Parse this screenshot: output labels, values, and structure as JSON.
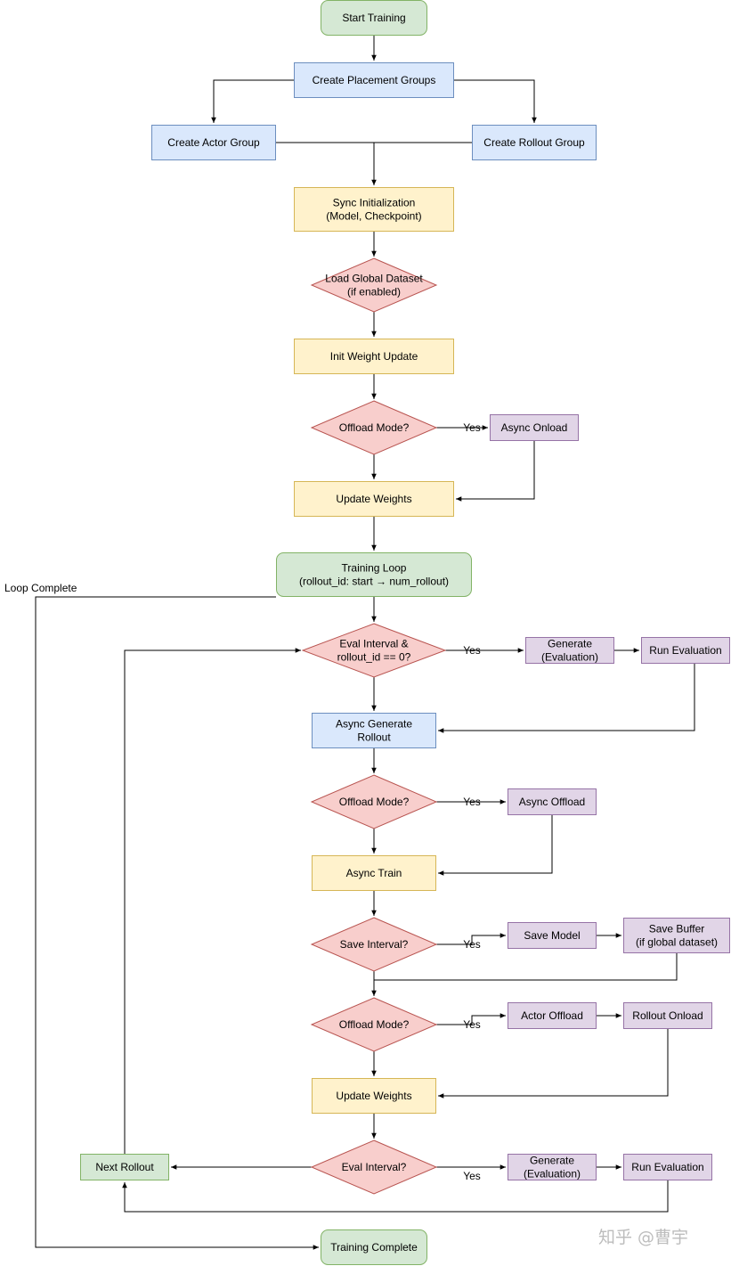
{
  "colors": {
    "green_fill": "#d5e8d4",
    "green_stroke": "#82b366",
    "blue_fill": "#dae8fc",
    "blue_stroke": "#6c8ebf",
    "yellow_fill": "#fff2cc",
    "yellow_stroke": "#d6b656",
    "red_fill": "#f8cecc",
    "red_stroke": "#b85450",
    "purple_fill": "#e1d5e7",
    "purple_stroke": "#9673a6"
  },
  "nodes": {
    "start": [
      "Start Training"
    ],
    "placement": [
      "Create Placement Groups"
    ],
    "actor_group": [
      "Create Actor Group"
    ],
    "rollout_group": [
      "Create Rollout Group"
    ],
    "sync_init": [
      "Sync Initialization",
      "(Model, Checkpoint)"
    ],
    "load_dataset": [
      "Load Global Dataset",
      "(if enabled)"
    ],
    "init_weight": [
      "Init Weight Update"
    ],
    "offload_1": [
      "Offload Mode?"
    ],
    "async_onload": [
      "Async Onload"
    ],
    "update_weights_1": [
      "Update Weights"
    ],
    "training_loop": [
      "Training Loop",
      "(rollout_id: start → num_rollout)"
    ],
    "eval_check": [
      "Eval Interval &",
      "rollout_id == 0?"
    ],
    "generate_eval_1": [
      "Generate",
      "(Evaluation)"
    ],
    "run_eval_1": [
      "Run Evaluation"
    ],
    "async_generate": [
      "Async Generate",
      "Rollout"
    ],
    "offload_2": [
      "Offload Mode?"
    ],
    "async_offload": [
      "Async Offload"
    ],
    "async_train": [
      "Async Train"
    ],
    "save_interval": [
      "Save Interval?"
    ],
    "save_model": [
      "Save Model"
    ],
    "save_buffer": [
      "Save Buffer",
      "(if global dataset)"
    ],
    "offload_3": [
      "Offload Mode?"
    ],
    "actor_offload": [
      "Actor Offload"
    ],
    "rollout_onload": [
      "Rollout Onload"
    ],
    "update_weights_2": [
      "Update Weights"
    ],
    "eval_interval": [
      "Eval Interval?"
    ],
    "generate_eval_2": [
      "Generate",
      "(Evaluation)"
    ],
    "run_eval_2": [
      "Run Evaluation"
    ],
    "next_rollout": [
      "Next Rollout"
    ],
    "training_complete": [
      "Training Complete"
    ]
  },
  "edge_labels": {
    "yes": "Yes",
    "loop_complete": "Loop Complete"
  },
  "watermark": "知乎 @曹宇"
}
